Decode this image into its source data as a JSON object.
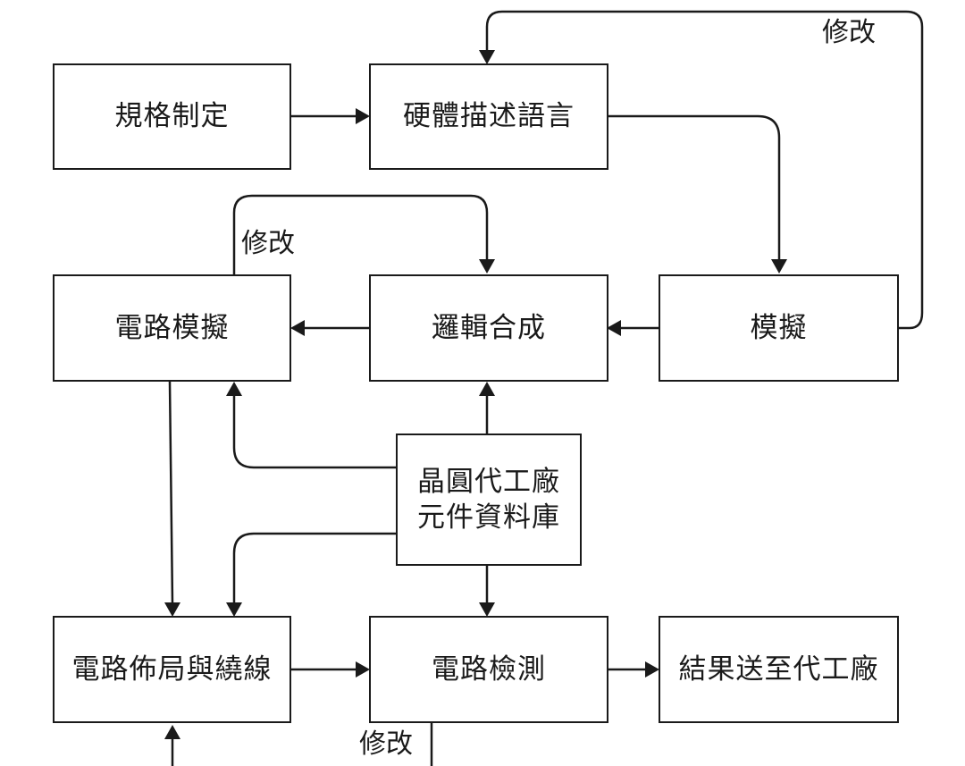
{
  "nodes": {
    "spec": "規格制定",
    "hdl": "硬體描述語言",
    "circuit_sim": "電路模擬",
    "synthesis": "邏輯合成",
    "simulation": "模擬",
    "foundry_db_line1": "晶圓代工廠",
    "foundry_db_line2": "元件資料庫",
    "layout": "電路佈局與繞線",
    "verification": "電路檢測",
    "send": "結果送至代工廠"
  },
  "edge_labels": {
    "modify_top": "修改",
    "modify_mid": "修改",
    "modify_bottom": "修改"
  }
}
